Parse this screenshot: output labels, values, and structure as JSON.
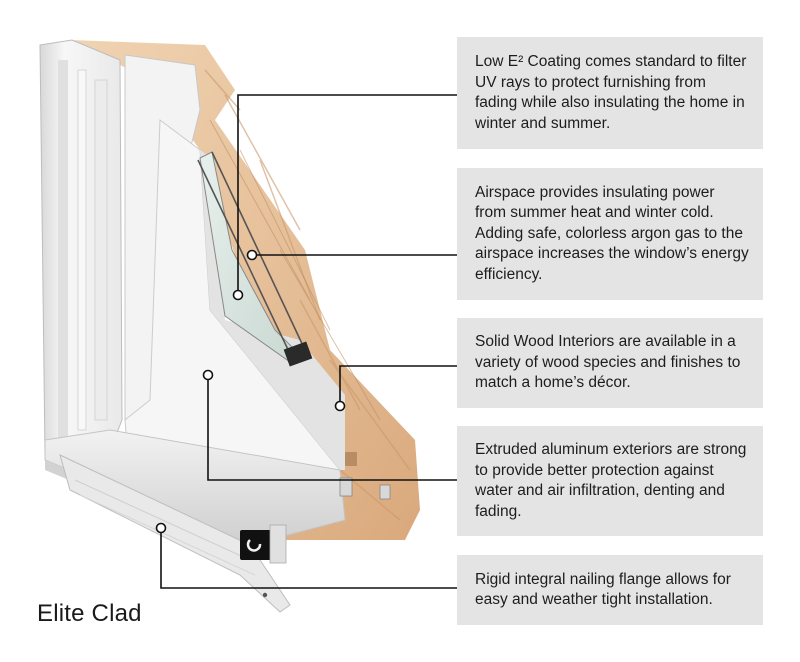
{
  "diagram": {
    "caption": "Elite Clad",
    "callouts": [
      {
        "id": "low-e-coating",
        "text": "Low E² Coating comes standard to filter UV rays to protect furnishing from fading while also insulating the home in winter and summer."
      },
      {
        "id": "airspace",
        "text": "Airspace provides insulating power from summer heat and winter cold. Adding safe, colorless argon gas to the airspace increases the window’s energy efficiency."
      },
      {
        "id": "solid-wood-interiors",
        "text": "Solid Wood Interiors are available in a variety of wood species and finishes to match a home’s décor."
      },
      {
        "id": "aluminum-exteriors",
        "text": "Extruded aluminum exteriors are strong to provide better protection against water and air infiltration, denting and fading."
      },
      {
        "id": "nailing-flange",
        "text": "Rigid integral nailing flange allows for easy and weather tight installation."
      }
    ]
  },
  "colors": {
    "callout_background": "#e4e4e4",
    "leader_line": "#111111",
    "wood": "#e6c09a",
    "frame_white": "#f4f4f4"
  }
}
